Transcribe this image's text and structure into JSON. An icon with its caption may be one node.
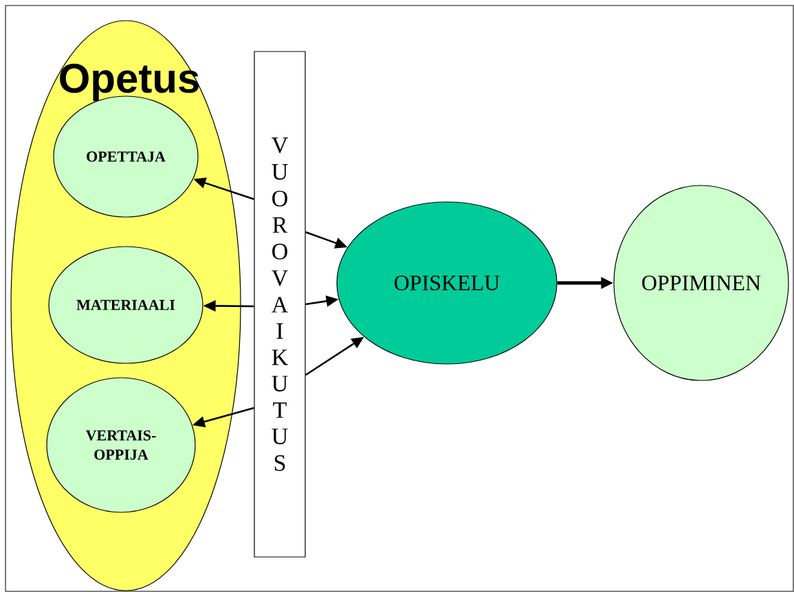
{
  "diagram": {
    "nodes": [
      {
        "text": [
          "Opetus"
        ]
      },
      {
        "text": [
          "OPETTAJA"
        ],
        "in": 0
      },
      {
        "text": [
          "MATERIAALI"
        ],
        "in": 0
      },
      {
        "text": [
          "VERTAIS- OPPIJA"
        ],
        "in": 0
      },
      {
        "text": [
          "VUOROVAIKUTUS"
        ]
      },
      {
        "text": [
          "OPISKELU"
        ]
      },
      {
        "text": [
          "OPPIMINEN"
        ]
      }
    ],
    "edges": [
      {
        "from": 4,
        "to": 1,
        "arrow": "to"
      },
      {
        "from": 4,
        "to": 2,
        "arrow": "to"
      },
      {
        "from": 4,
        "to": 3,
        "arrow": "to"
      },
      {
        "from": 4,
        "to": 5,
        "arrow": "to"
      },
      {
        "from": 4,
        "to": 5,
        "arrow": "to"
      },
      {
        "from": 4,
        "to": 5,
        "arrow": "to"
      },
      {
        "from": 5,
        "to": 6,
        "arrow": "to",
        "style": "thick"
      }
    ]
  }
}
